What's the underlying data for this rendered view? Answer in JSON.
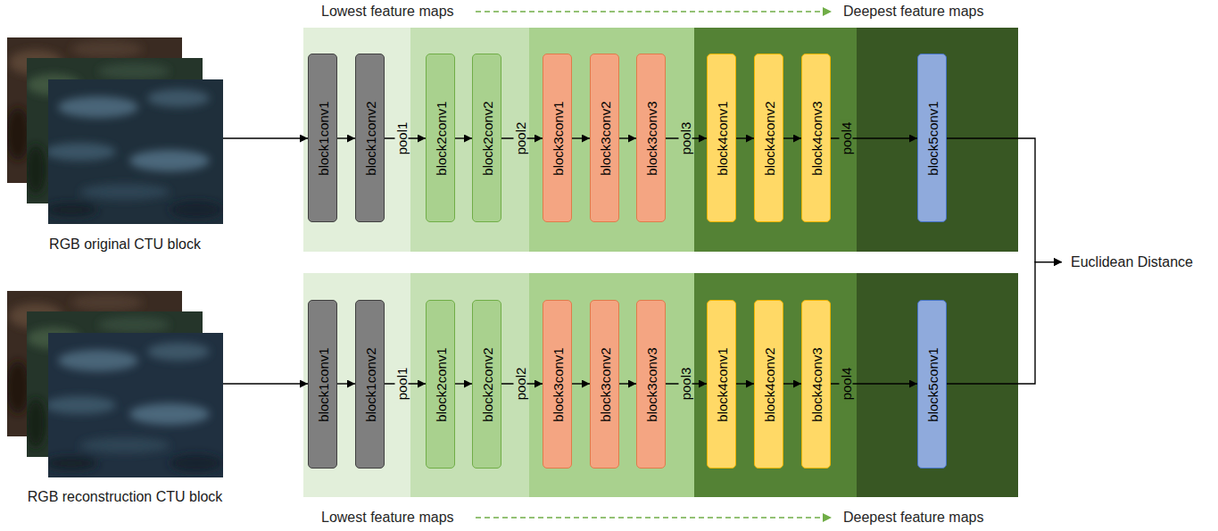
{
  "diagram": {
    "nodes": [
      {
        "text": [
          "RGB original CTU block"
        ]
      },
      {
        "text": [
          "block1conv1"
        ]
      },
      {
        "text": [
          "block1conv2"
        ]
      },
      {
        "text": [
          "block2conv1"
        ]
      },
      {
        "text": [
          "block2conv2"
        ]
      },
      {
        "text": [
          "block3conv1"
        ]
      },
      {
        "text": [
          "block3conv2"
        ]
      },
      {
        "text": [
          "block3conv3"
        ]
      },
      {
        "text": [
          "block4conv1"
        ]
      },
      {
        "text": [
          "block4conv2"
        ]
      },
      {
        "text": [
          "block4conv3"
        ]
      },
      {
        "text": [
          "block5conv1"
        ]
      },
      {
        "text": [
          "RGB reconstruction CTU block"
        ]
      },
      {
        "text": [
          "block1conv1"
        ]
      },
      {
        "text": [
          "block1conv2"
        ]
      },
      {
        "text": [
          "block2conv1"
        ]
      },
      {
        "text": [
          "block2conv2"
        ]
      },
      {
        "text": [
          "block3conv1"
        ]
      },
      {
        "text": [
          "block3conv2"
        ]
      },
      {
        "text": [
          "block3conv3"
        ]
      },
      {
        "text": [
          "block4conv1"
        ]
      },
      {
        "text": [
          "block4conv2"
        ]
      },
      {
        "text": [
          "block4conv3"
        ]
      },
      {
        "text": [
          "block5conv1"
        ]
      },
      {
        "text": [
          "Euclidean Distance"
        ]
      }
    ],
    "edges": [
      {
        "from": 0,
        "to": 1,
        "arrow": "to"
      },
      {
        "from": 1,
        "to": 2,
        "arrow": "to"
      },
      {
        "from": 2,
        "to": 3,
        "label": "pool1",
        "arrow": "to"
      },
      {
        "from": 3,
        "to": 4,
        "arrow": "to"
      },
      {
        "from": 4,
        "to": 5,
        "label": "pool2",
        "arrow": "to"
      },
      {
        "from": 5,
        "to": 6,
        "arrow": "to"
      },
      {
        "from": 6,
        "to": 7,
        "arrow": "to"
      },
      {
        "from": 7,
        "to": 8,
        "label": "pool3",
        "arrow": "to"
      },
      {
        "from": 8,
        "to": 9,
        "arrow": "to"
      },
      {
        "from": 9,
        "to": 10,
        "arrow": "to"
      },
      {
        "from": 10,
        "to": 11,
        "label": "pool4",
        "arrow": "to"
      },
      {
        "from": 11,
        "to": 24,
        "arrow": "to"
      },
      {
        "from": 12,
        "to": 13,
        "arrow": "to"
      },
      {
        "from": 13,
        "to": 14,
        "arrow": "to"
      },
      {
        "from": 14,
        "to": 15,
        "label": "pool1",
        "arrow": "to"
      },
      {
        "from": 15,
        "to": 16,
        "arrow": "to"
      },
      {
        "from": 16,
        "to": 17,
        "label": "pool2",
        "arrow": "to"
      },
      {
        "from": 17,
        "to": 18,
        "arrow": "to"
      },
      {
        "from": 18,
        "to": 19,
        "arrow": "to"
      },
      {
        "from": 19,
        "to": 20,
        "label": "pool3",
        "arrow": "to"
      },
      {
        "from": 20,
        "to": 21,
        "arrow": "to"
      },
      {
        "from": 21,
        "to": 22,
        "arrow": "to"
      },
      {
        "from": 22,
        "to": 23,
        "label": "pool4",
        "arrow": "to"
      },
      {
        "from": 23,
        "to": 24,
        "arrow": "to"
      }
    ],
    "labels": [
      "Lowest feature maps",
      "Deepest feature maps",
      "Lowest feature maps",
      "Deepest feature maps"
    ]
  }
}
